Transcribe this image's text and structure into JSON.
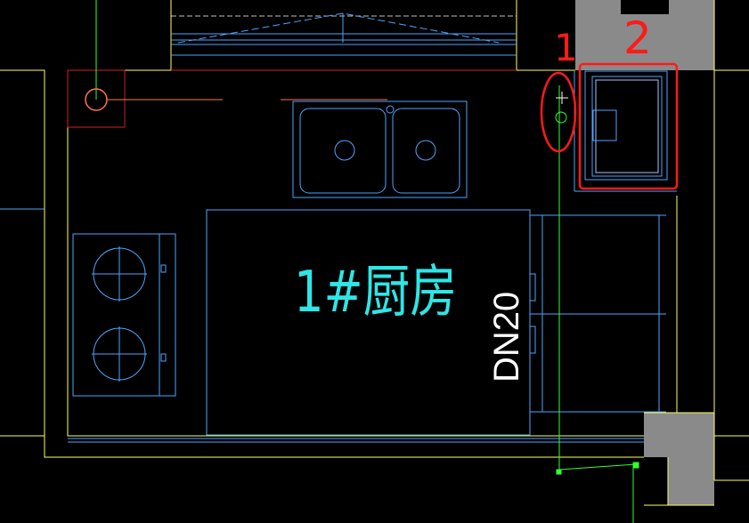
{
  "drawing": {
    "room_label": "1#厨房",
    "pipe_label": "DN20"
  },
  "annotations": {
    "marker_1": "1",
    "marker_2": "2"
  },
  "colors": {
    "background": "#000000",
    "wall": "#ffff66",
    "fixture": "#4da6ff",
    "furniture": "#9fc6ff",
    "label": "#2ee6e6",
    "pipe": "#33ff33",
    "column_fill": "#8a8a8a",
    "markup": "#ff1a1a",
    "red_line": "#cc2222",
    "orange": "#ff7744",
    "white": "#ffffff"
  },
  "icons": {
    "pipe_riser": "riser-circle-icon",
    "floor_drain": "floor-drain-icon",
    "sink": "double-sink-icon",
    "stove": "gas-stove-icon"
  }
}
